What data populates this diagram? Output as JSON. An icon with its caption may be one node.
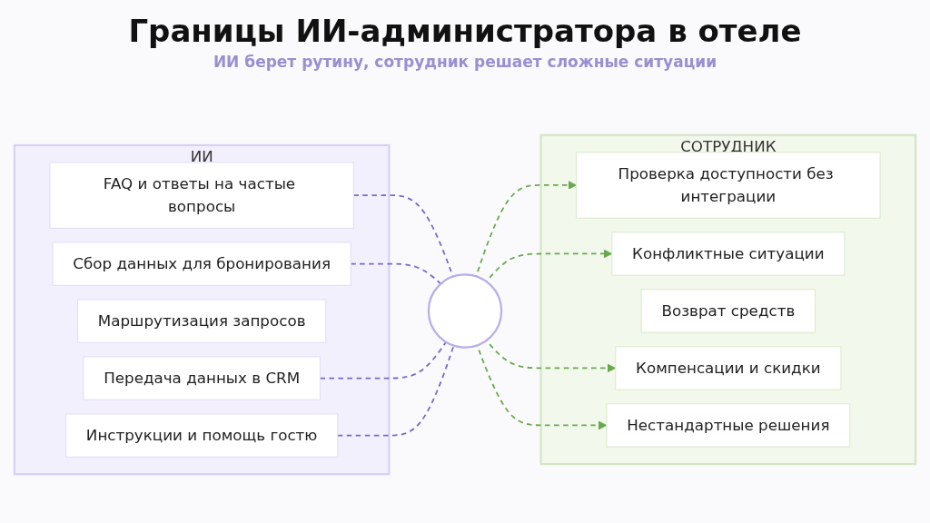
{
  "diagram": {
    "title": "Границы ИИ-администратора в отеле",
    "nodes": [
      {
        "text": [
          "ИИ"
        ]
      },
      {
        "text": [
          "FAQ и ответы на частые вопросы"
        ],
        "in": 0
      },
      {
        "text": [
          "Сбор данных для бронирования"
        ],
        "in": 0
      },
      {
        "text": [
          "Маршрутизация запросов"
        ],
        "in": 0
      },
      {
        "text": [
          "Передача данных в CRM"
        ],
        "in": 0
      },
      {
        "text": [
          "Инструкции и помощь гостю"
        ],
        "in": 0
      },
      {
        "text": [],
        "shape": "circle"
      },
      {
        "text": [
          "СОТРУДНИК"
        ]
      },
      {
        "text": [
          "Проверка доступности без интеграции"
        ],
        "in": 7
      },
      {
        "text": [
          "Конфликтные ситуации"
        ],
        "in": 7
      },
      {
        "text": [
          "Возврат средств"
        ],
        "in": 7
      },
      {
        "text": [
          "Компенсации и скидки"
        ],
        "in": 7
      },
      {
        "text": [
          "Нестандартные решения"
        ],
        "in": 7
      }
    ],
    "edges": [
      {
        "from": 1,
        "to": 6,
        "arrow": "none",
        "style": "dashed",
        "color": "#7b68c8"
      },
      {
        "from": 2,
        "to": 6,
        "arrow": "none",
        "style": "dashed",
        "color": "#7b68c8"
      },
      {
        "from": 4,
        "to": 6,
        "arrow": "none",
        "style": "dashed",
        "color": "#7b68c8"
      },
      {
        "from": 5,
        "to": 6,
        "arrow": "none",
        "style": "dashed",
        "color": "#7b68c8"
      },
      {
        "from": 6,
        "to": 8,
        "arrow": "to",
        "style": "dashed",
        "color": "#6aa84f"
      },
      {
        "from": 6,
        "to": 9,
        "arrow": "to",
        "style": "dashed",
        "color": "#6aa84f"
      },
      {
        "from": 6,
        "to": 11,
        "arrow": "to",
        "style": "dashed",
        "color": "#6aa84f"
      },
      {
        "from": 6,
        "to": 12,
        "arrow": "to",
        "style": "dashed",
        "color": "#6aa84f"
      }
    ],
    "labels": [
      "ИИ берет рутину, сотрудник решает сложные ситуации"
    ]
  }
}
